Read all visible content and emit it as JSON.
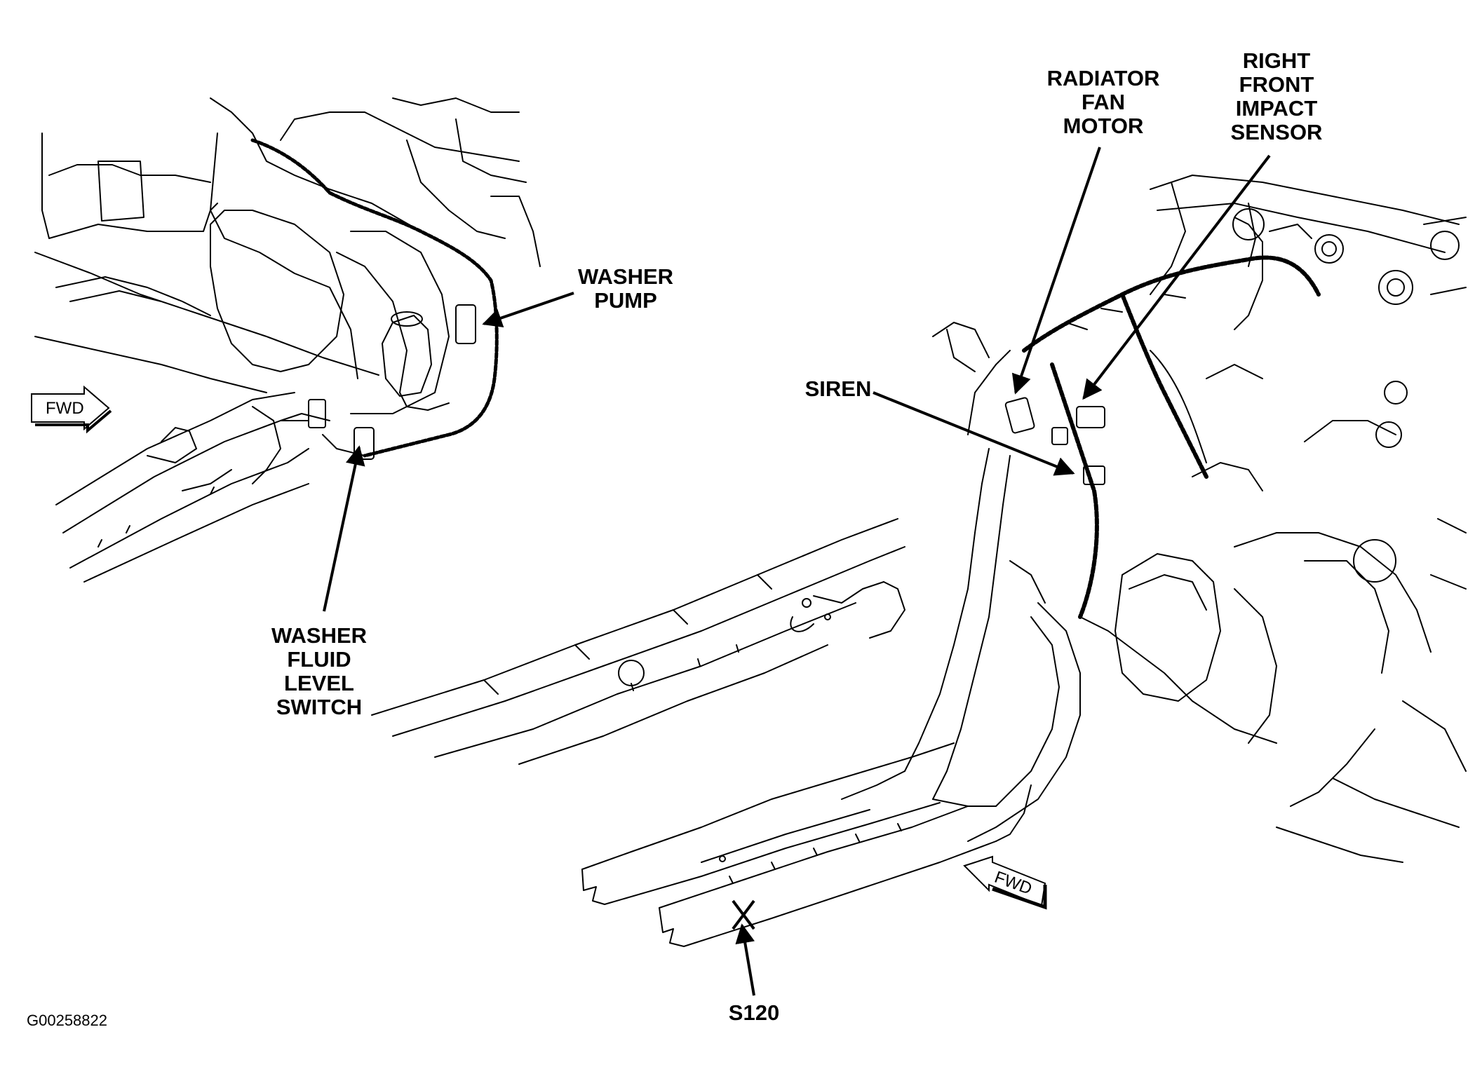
{
  "figure_id": "G00258822",
  "callouts": {
    "washer_pump": [
      "WASHER",
      "PUMP"
    ],
    "washer_fluid_level_switch": [
      "WASHER",
      "FLUID",
      "LEVEL",
      "SWITCH"
    ],
    "radiator_fan_motor": [
      "RADIATOR",
      "FAN",
      "MOTOR"
    ],
    "right_front_impact_sensor": [
      "RIGHT",
      "FRONT",
      "IMPACT",
      "SENSOR"
    ],
    "siren": [
      "SIREN"
    ],
    "s120": [
      "S120"
    ]
  },
  "fwd_arrows": [
    "FWD",
    "FWD"
  ]
}
